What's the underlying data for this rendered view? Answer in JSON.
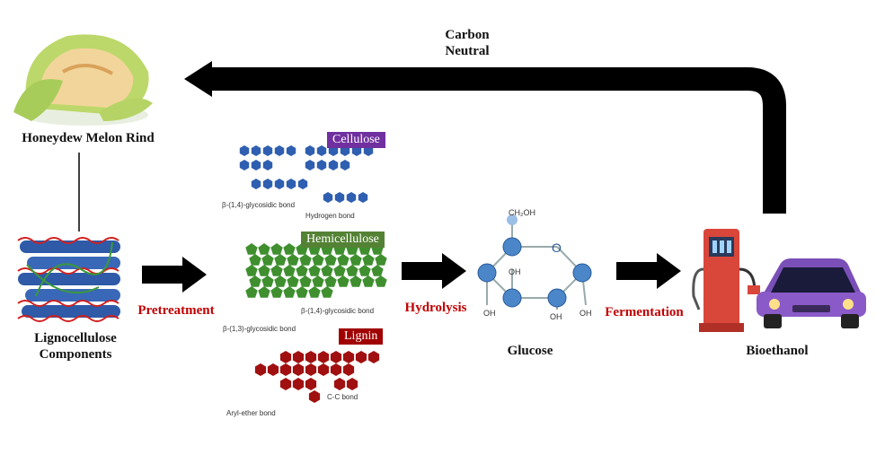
{
  "labels": {
    "carbon_line1": "Carbon",
    "carbon_line2": "Neutral",
    "melon": "Honeydew Melon Rind",
    "ligno_line1": "Lignocellulose",
    "ligno_line2": "Components",
    "pretreatment": "Pretreatment",
    "hydrolysis": "Hydrolysis",
    "fermentation": "Fermentation",
    "glucose": "Glucose",
    "bioethanol": "Bioethanol"
  },
  "polymers": {
    "cellulose": "Cellulose",
    "hemicellulose": "Hemicellulose",
    "lignin": "Lignin",
    "cellulose_bond1": "β-(1,4)-glycosidic bond",
    "cellulose_bond2": "Hydrogen bond",
    "hemi_bond1": "β-(1,4)-glycosidic bond",
    "hemi_bond2": "β-(1,3)-glycosidic bond",
    "lignin_bond1": "C-C bond",
    "lignin_bond2": "Aryl-ether bond"
  },
  "glucose_groups": {
    "ch2oh": "CH₂OH",
    "o": "O",
    "oh1": "OH",
    "oh2": "OH",
    "oh3": "OH",
    "oh4": "OH"
  },
  "colors": {
    "cellulose_tag": "#7030a0",
    "hemicellulose_tag": "#548235",
    "lignin_tag": "#a00000",
    "arrow": "#000000",
    "label_red": "#c00000"
  }
}
